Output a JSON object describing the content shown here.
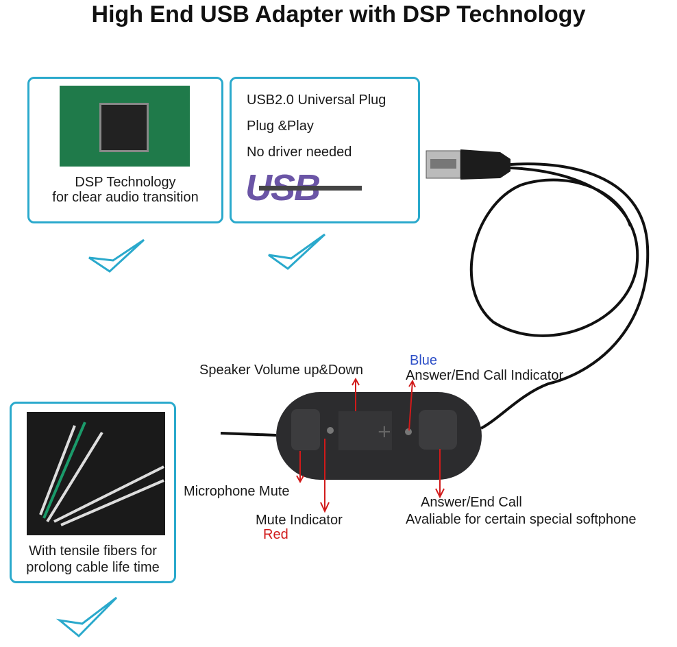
{
  "title": "High End USB Adapter with DSP Technology",
  "colors": {
    "box_border": "#2aa9cc",
    "check": "#2aa9cc",
    "arrow": "#d11a1a",
    "blue_label": "#2d4fc7",
    "red_label": "#d11a1a",
    "usb_logo": "#6b55a6"
  },
  "features": [
    {
      "line1": "DSP Technology",
      "line2": "for clear audio transition",
      "image": "circuit-board-chip"
    },
    {
      "lines": [
        "USB2.0 Universal Plug",
        "Plug &Play",
        "No driver needed"
      ],
      "logo": "USB"
    },
    {
      "line1": "With tensile fibers for",
      "line2": "prolong cable life time",
      "image": "cable-fibers"
    }
  ],
  "callouts": {
    "volume": "Speaker Volume up&Down",
    "indicator_color": "Blue",
    "indicator": "Answer/End Call Indicator",
    "mic_mute": "Microphone Mute",
    "mute_indicator": "Mute Indicator",
    "mute_color": "Red",
    "answer": "Answer/End Call",
    "answer_note": "Avaliable for certain special softphone"
  }
}
